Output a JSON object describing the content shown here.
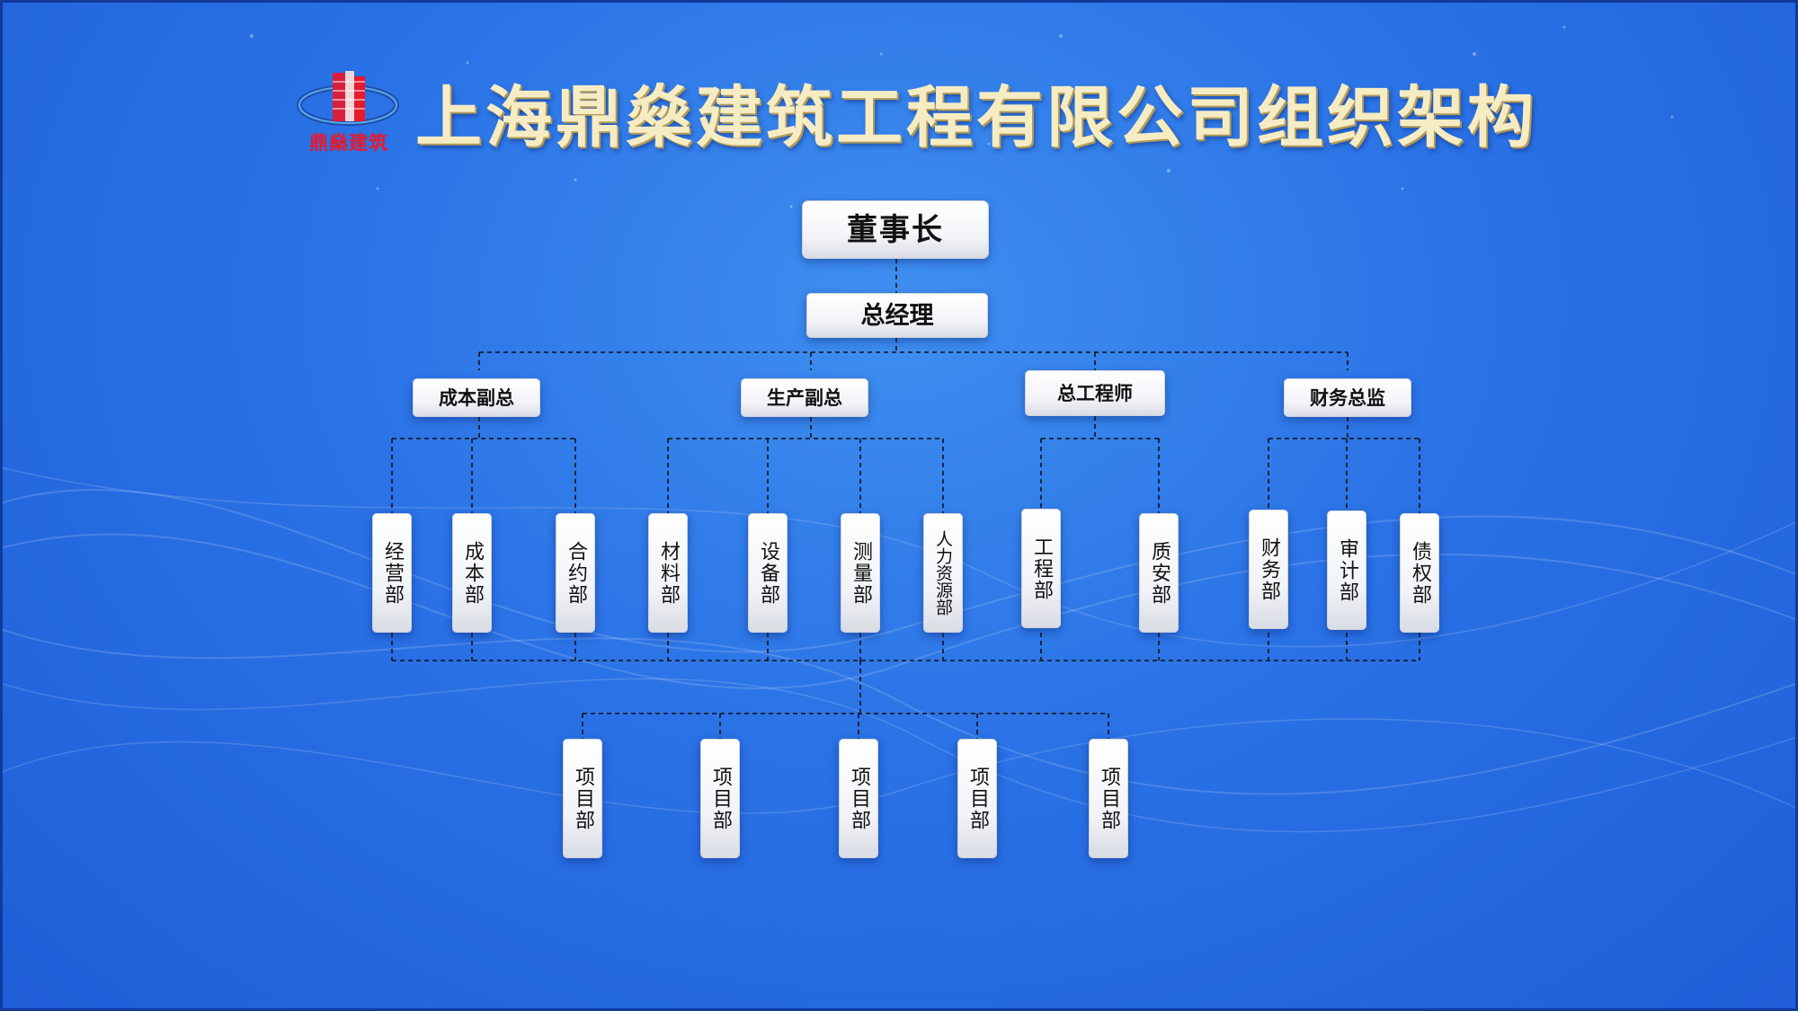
{
  "header": {
    "logo_text": "鼎燊建筑",
    "title": "上海鼎燊建筑工程有限公司组织架构"
  },
  "org": {
    "chairman": "董事长",
    "general_manager": "总经理",
    "deputies": [
      "成本副总",
      "生产副总",
      "总工程师",
      "财务总监"
    ],
    "departments": [
      "经营部",
      "成本部",
      "合约部",
      "材料部",
      "设备部",
      "测量部",
      "人力资源部",
      "工程部",
      "质安部",
      "财务部",
      "审计部",
      "债权部"
    ],
    "projects": [
      "项目部",
      "项目部",
      "项目部",
      "项目部",
      "项目部"
    ]
  },
  "colors": {
    "background": "#2a72e6",
    "title": "#f6ecc4",
    "logo_red": "#e8192c",
    "connector": "#111111"
  }
}
